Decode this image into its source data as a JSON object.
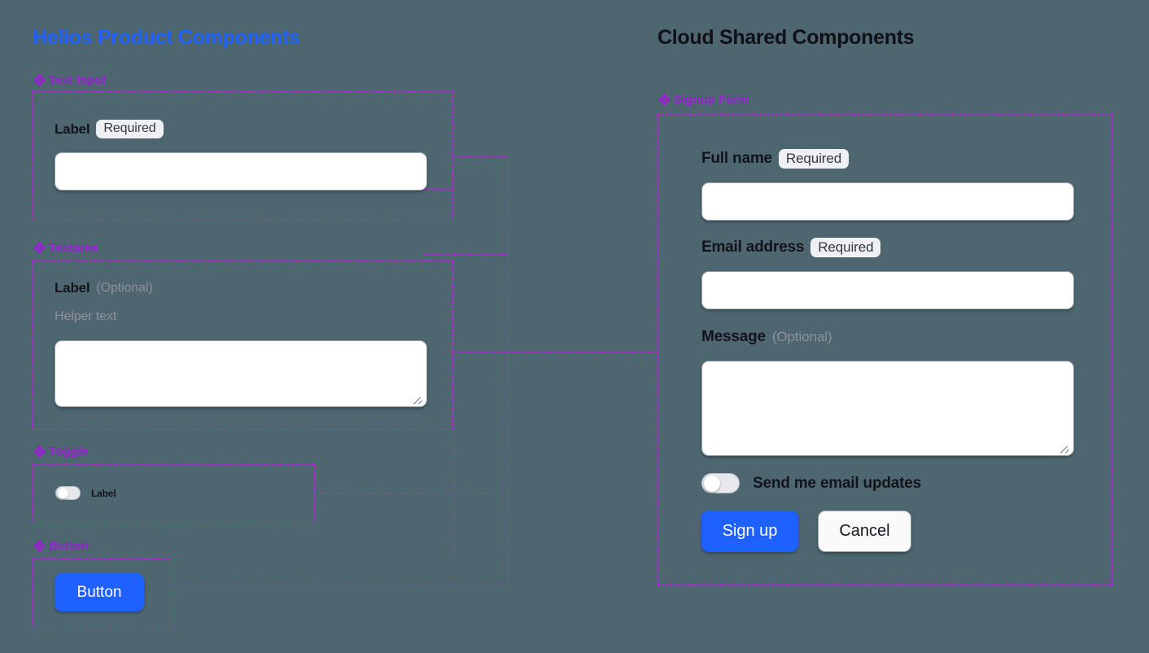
{
  "panels": {
    "left": {
      "title": "Helios Product Components",
      "title_color": "#1f61ff"
    },
    "right": {
      "title": "Cloud Shared Components",
      "title_color": "#101018"
    }
  },
  "components": {
    "text_input": {
      "name": "Text Input",
      "label": "Label",
      "badge": "Required",
      "input_value": ""
    },
    "textarea": {
      "name": "Textarea",
      "label": "Label",
      "optional_tag": "(Optional)",
      "helper_text": "Helper text",
      "textarea_value": ""
    },
    "toggle": {
      "name": "Toggle",
      "label": "Label",
      "state": "off"
    },
    "button": {
      "name": "Button",
      "label": "Button"
    },
    "signup_form": {
      "name": "Signup Form",
      "fields": {
        "full_name": {
          "label": "Full name",
          "badge": "Required",
          "value": ""
        },
        "email_address": {
          "label": "Email address",
          "badge": "Required",
          "value": ""
        },
        "message": {
          "label": "Message",
          "optional_tag": "(Optional)",
          "value": ""
        }
      },
      "toggle": {
        "label": "Send me email updates",
        "state": "off"
      },
      "actions": {
        "primary": "Sign up",
        "secondary": "Cancel"
      }
    }
  },
  "icons": {
    "component": "component-diamond-icon",
    "resize": "resize-grip-icon"
  },
  "colors": {
    "canvas_background": "#4d6670",
    "frame_dashed": "#c21fe8",
    "component_name": "#9a1fd6",
    "accent_primary": "#1f61ff",
    "badge_background": "#eef0f3",
    "muted_text": "#8f919b"
  }
}
